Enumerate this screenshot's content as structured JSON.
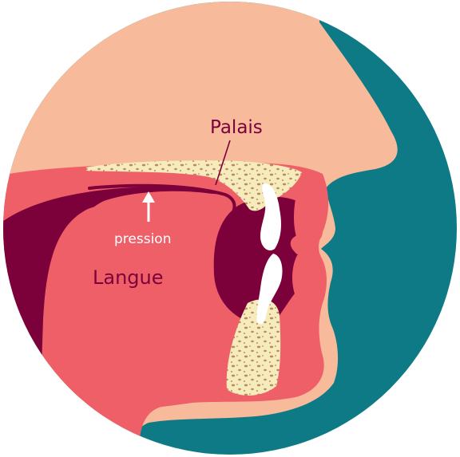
{
  "labels": {
    "palais": "Palais",
    "pression": "pression",
    "langue": "Langue"
  },
  "colors": {
    "teal": "#0e7a86",
    "skin": "#f7bb9c",
    "tissue": "#ef5f68",
    "dark": "#7c0039",
    "bone": "#f6ebbd",
    "bone_dots": "#b98b5a",
    "tooth": "#ffffff",
    "label_dark": "#7c0039",
    "label_light": "#ffffff"
  }
}
